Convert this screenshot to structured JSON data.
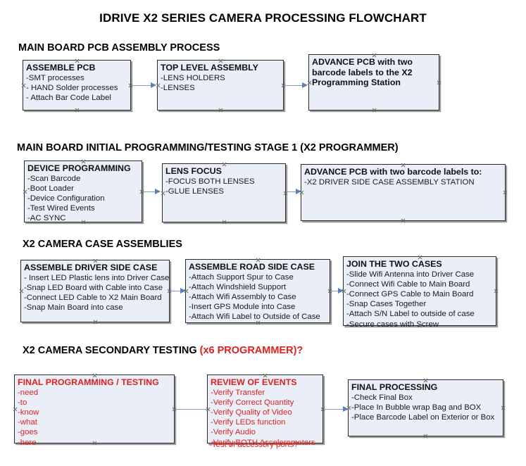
{
  "title": "IDRIVE X2  SERIES CAMERA PROCESSING FLOWCHART",
  "colors": {
    "node_fill": "#e9eef7",
    "node_border": "#2a2a2a",
    "connector": "#7c9cc4",
    "accent_red": "#e02020",
    "text": "#101010"
  },
  "sections": [
    {
      "id": "main-board-pcb-assembly",
      "heading": "MAIN BOARD PCB ASSEMBLY PROCESS",
      "heading_accent": "",
      "nodes": [
        {
          "id": "assemble-pcb",
          "title": "ASSEMBLE PCB",
          "lines": [
            "-SMT processes",
            "- HAND Solder processes",
            "- Attach Bar Code Label"
          ],
          "red": false
        },
        {
          "id": "top-level-assembly",
          "title": "TOP LEVEL ASSEMBLY",
          "lines": [
            "-LENS HOLDERS",
            "-LENSES"
          ],
          "red": false
        },
        {
          "id": "advance-pcb-programming-station",
          "title": "ADVANCE PCB with two barcode labels to the  X2 Programming Station",
          "lines": [],
          "red": false
        }
      ]
    },
    {
      "id": "initial-programming-testing",
      "heading": "MAIN BOARD INITIAL PROGRAMMING/TESTING STAGE 1 (X2 PROGRAMMER)",
      "heading_accent": "",
      "nodes": [
        {
          "id": "device-programming",
          "title": "DEVICE PROGRAMMING",
          "lines": [
            "-Scan Barcode",
            "-Boot Loader",
            "-Device Configuration",
            "-Test Wired Events",
            "-AC SYNC"
          ],
          "red": false
        },
        {
          "id": "lens-focus",
          "title": "LENS FOCUS",
          "lines": [
            "-FOCUS BOTH LENSES",
            "-GLUE LENSES"
          ],
          "red": false
        },
        {
          "id": "advance-pcb-driver-side-case",
          "title": "ADVANCE PCB with two barcode labels to:",
          "lines": [
            "-X2 DRIVER  SIDE  CASE  ASSEMBLY STATION"
          ],
          "red": false
        }
      ]
    },
    {
      "id": "camera-case-assemblies",
      "heading": "X2 CAMERA CASE ASSEMBLIES",
      "heading_accent": "",
      "nodes": [
        {
          "id": "assemble-driver-side-case",
          "title": "ASSEMBLE DRIVER SIDE CASE",
          "lines": [
            "- Insert LED Plastic lens into Driver Case",
            "-Snap LED Board with Cable into Case",
            "-Connect LED Cable to X2 Main Board",
            "-Snap Main Board into case"
          ],
          "red": false
        },
        {
          "id": "assemble-road-side-case",
          "title": "ASSEMBLE ROAD SIDE CASE",
          "lines": [
            "-Attach Support Spur to Case",
            "-Attach Windshield Support",
            "-Attach Wifi Assembly to Case",
            "-Insert GPS Module into Case",
            "-Attach Wifi Label to Outside of Case"
          ],
          "red": false
        },
        {
          "id": "join-the-two-cases",
          "title": "JOIN THE TWO CASES",
          "lines": [
            "-Slide Wifi Antenna into Driver Case",
            "-Connect Wifi Cable to Main Board",
            "-Connect GPS Cable to Main Board",
            "-Snap Cases Together",
            "-Attach S/N Label to outside of case",
            "-Secure cases with Screw"
          ],
          "red": false
        }
      ]
    },
    {
      "id": "secondary-testing",
      "heading": "X2 CAMERA SECONDARY TESTING ",
      "heading_accent": "(x6 PROGRAMMER)?",
      "nodes": [
        {
          "id": "final-programming-testing",
          "title": "FINAL PROGRAMMING / TESTING",
          "lines": [
            "-need",
            "-to",
            "-know",
            "-what",
            "-goes",
            "-here"
          ],
          "red": true
        },
        {
          "id": "review-of-events",
          "title": "REVIEW OF EVENTS",
          "lines": [
            "-Verify Transfer",
            "-Verify Correct Quantity",
            "-Verify Quality of Video",
            "-Verify LEDs function",
            "-Verify Audio",
            "-Verify BOTH Accelerometers"
          ],
          "overflow_line": "-Test of accessory ports?",
          "red": true
        },
        {
          "id": "final-processing",
          "title": "FINAL PROCESSING",
          "lines": [
            "-Check Final Box",
            "-Place In Bubble wrap Bag and BOX",
            "-Place Barcode Label on Exterior or Box"
          ],
          "red": false
        }
      ]
    }
  ]
}
